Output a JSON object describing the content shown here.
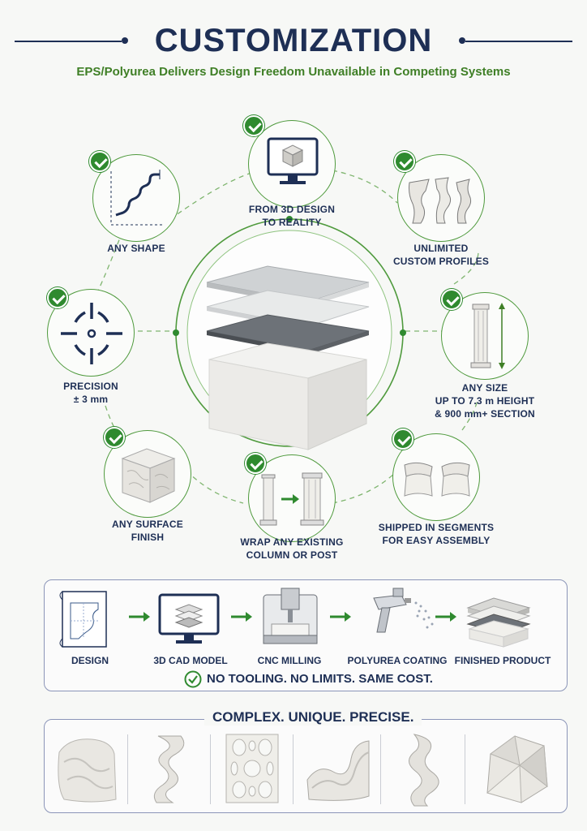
{
  "header": {
    "title": "CUSTOMIZATION",
    "subtitle": "EPS/Polyurea Delivers Design Freedom Unavailable in Competing Systems"
  },
  "features": [
    {
      "line1": "FROM 3D DESIGN",
      "line2": "TO REALITY"
    },
    {
      "line1": "UNLIMITED",
      "line2": "CUSTOM PROFILES"
    },
    {
      "line1": "ANY SIZE",
      "line2": "UP TO 7.3 m HEIGHT",
      "line3": "& 900 mm+ SECTION"
    },
    {
      "line1": "SHIPPED IN SEGMENTS",
      "line2": "FOR EASY ASSEMBLY"
    },
    {
      "line1": "WRAP ANY EXISTING",
      "line2": "COLUMN OR POST"
    },
    {
      "line1": "ANY SURFACE",
      "line2": "FINISH"
    },
    {
      "line1": "PRECISION",
      "line2": "± 3 mm"
    },
    {
      "line1": "ANY SHAPE"
    }
  ],
  "process": {
    "steps": [
      "DESIGN",
      "3D CAD MODEL",
      "CNC MILLING",
      "POLYUREA COATING",
      "FINISHED PRODUCT"
    ],
    "tagline": "NO TOOLING. NO LIMITS. SAME COST."
  },
  "gallery": {
    "title": "COMPLEX. UNIQUE. PRECISE."
  },
  "colors": {
    "navy": "#1e2f55",
    "green": "#3f7f26",
    "check_green": "#2f8a2f"
  }
}
